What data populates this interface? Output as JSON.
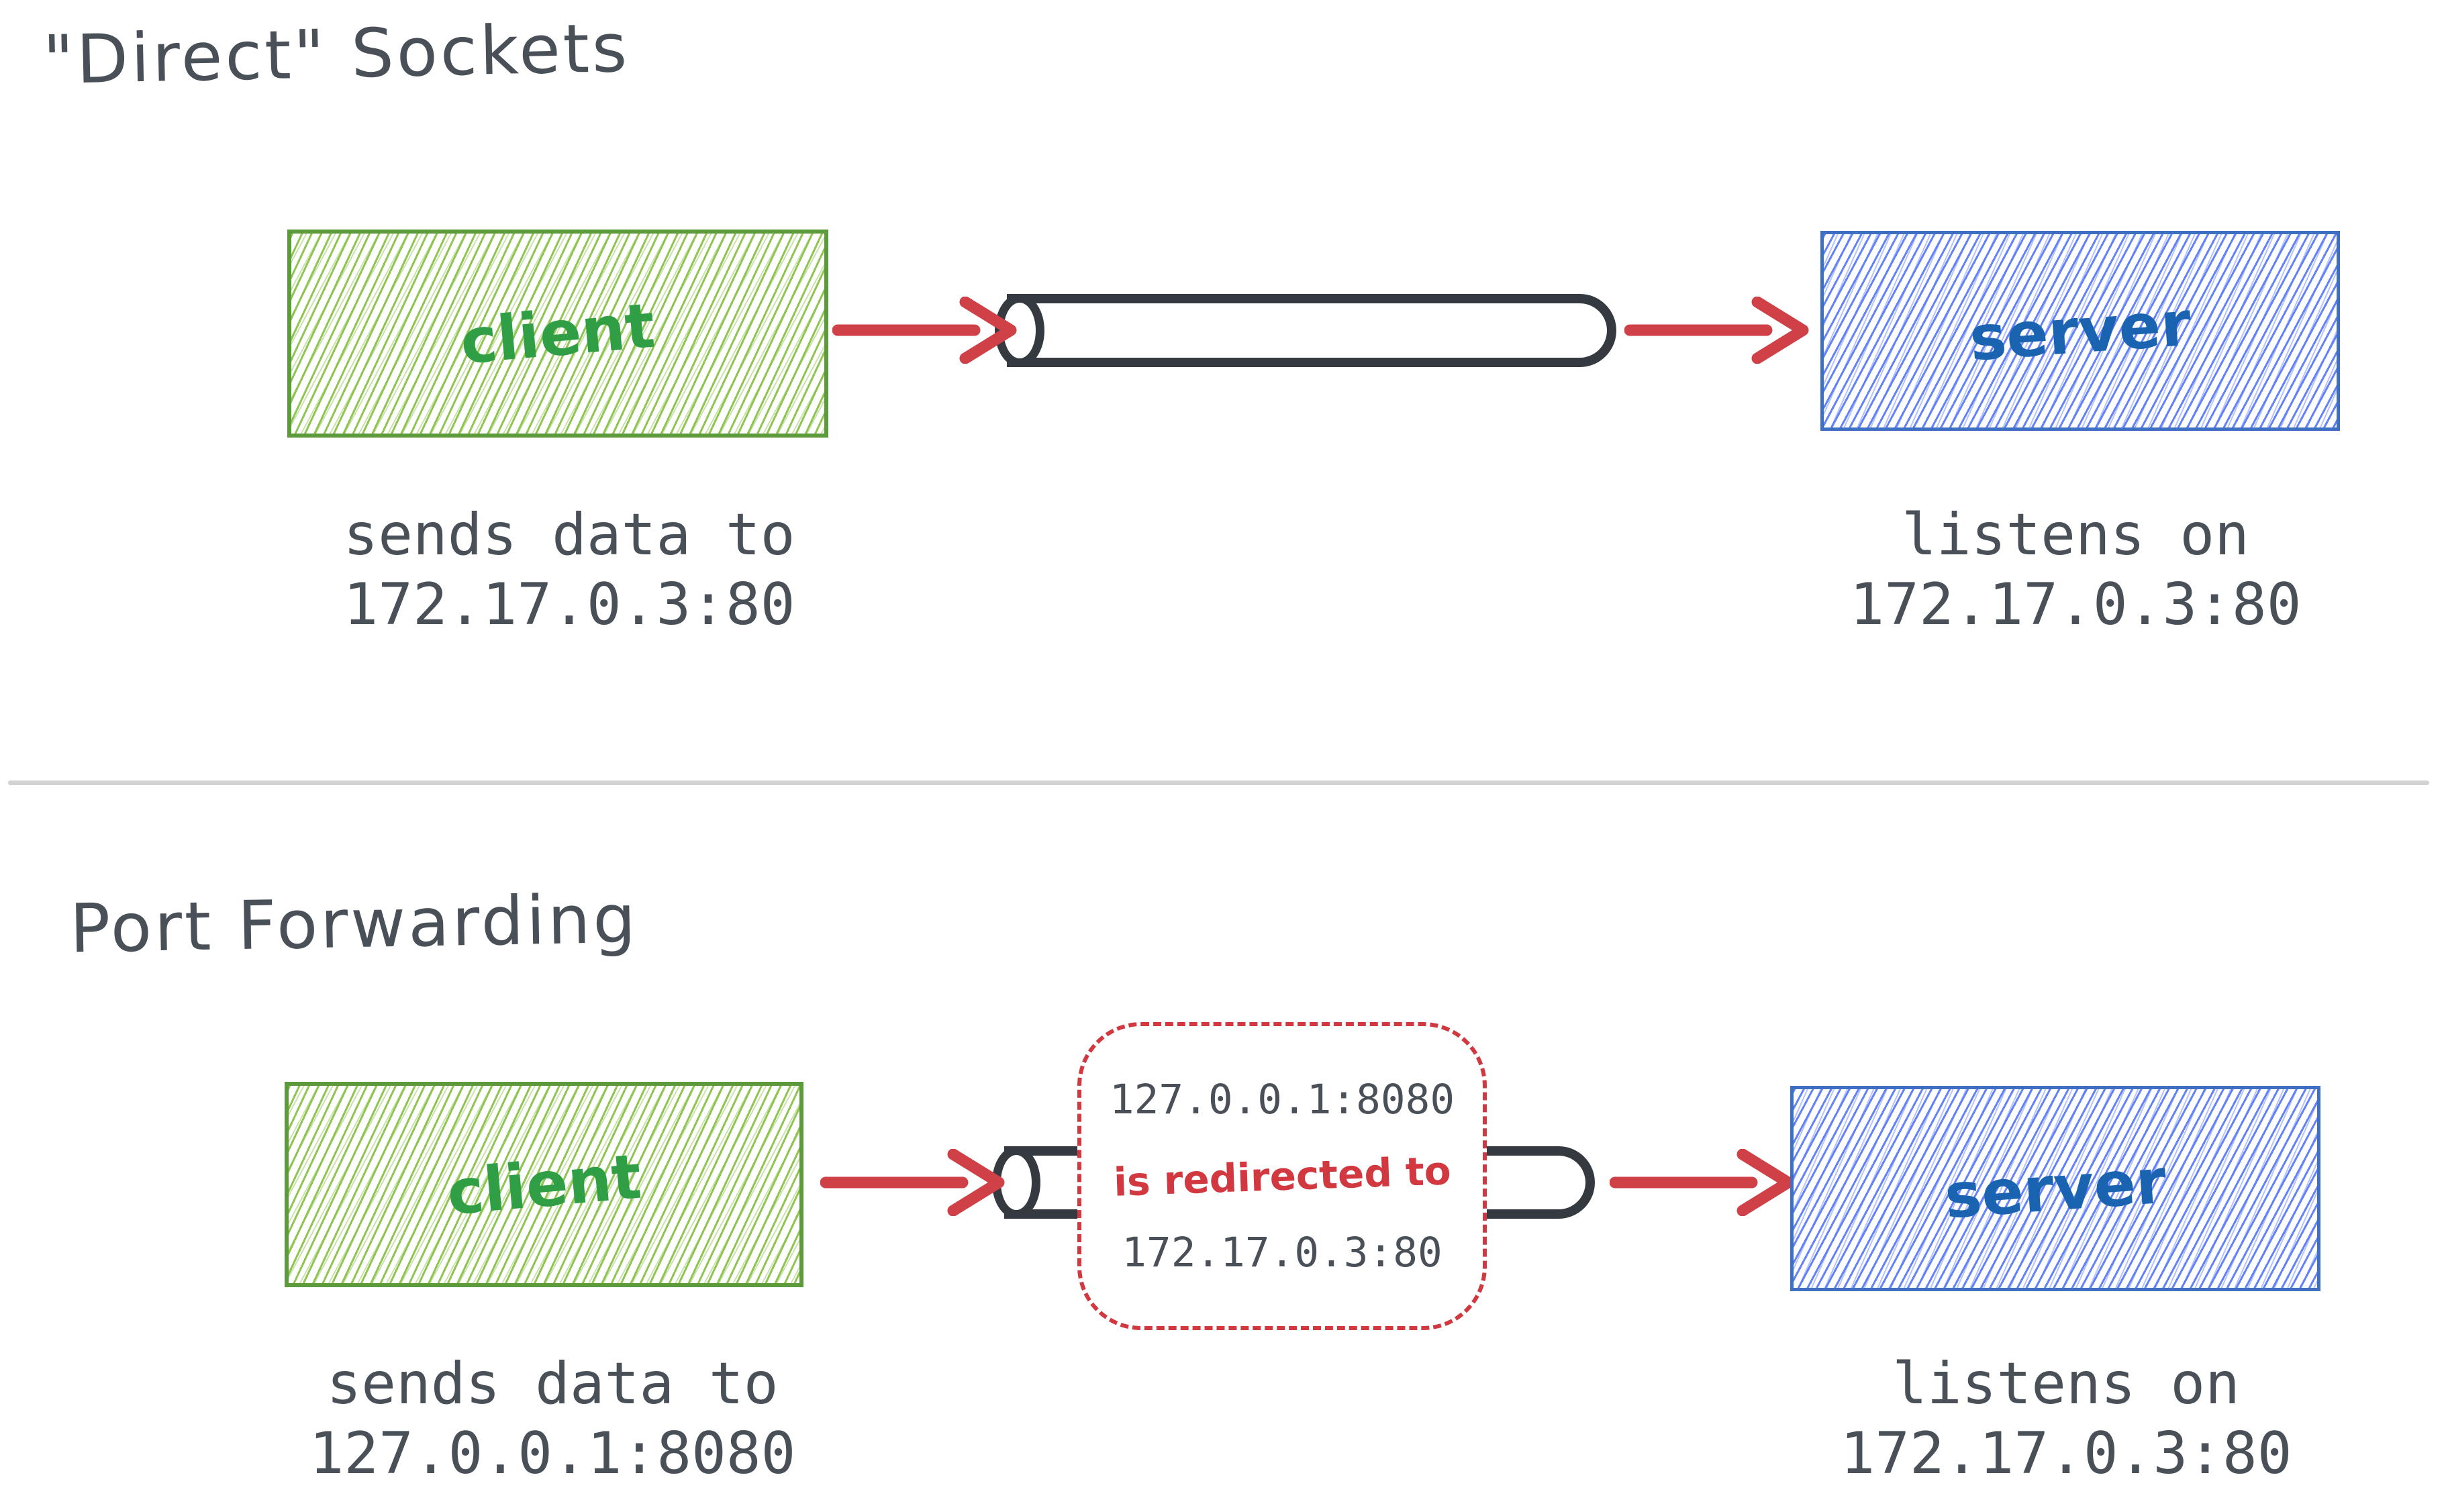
{
  "page": {
    "background": "#ffffff"
  },
  "colors": {
    "ink": "#495057",
    "pipe_stroke": "#343a40",
    "arrow_red": "#cf4147",
    "note_red": "#d2383f",
    "client_green_text": "#2f9e44",
    "client_green_hatch": "#8ac14a",
    "client_green_border": "#5c9a3c",
    "server_blue_text": "#1a63b0",
    "server_blue_hatch": "#5c7cfa",
    "server_blue_border": "#3f6fc0",
    "divider_gray": "#d2d2d2"
  },
  "sections": {
    "direct": {
      "title": "\"Direct\" Sockets",
      "client": {
        "label": "client",
        "caption": [
          "sends data to",
          "172.17.0.3:80"
        ]
      },
      "server": {
        "label": "server",
        "caption": [
          "listens on",
          "172.17.0.3:80"
        ]
      }
    },
    "port_forwarding": {
      "title": "Port Forwarding",
      "client": {
        "label": "client",
        "caption": [
          "sends data to",
          "127.0.0.1:8080"
        ]
      },
      "redirect_note": {
        "source": "127.0.0.1:8080",
        "action": "is redirected to",
        "target": "172.17.0.3:80"
      },
      "server": {
        "label": "server",
        "caption": [
          "listens on",
          "172.17.0.3:80"
        ]
      }
    }
  }
}
